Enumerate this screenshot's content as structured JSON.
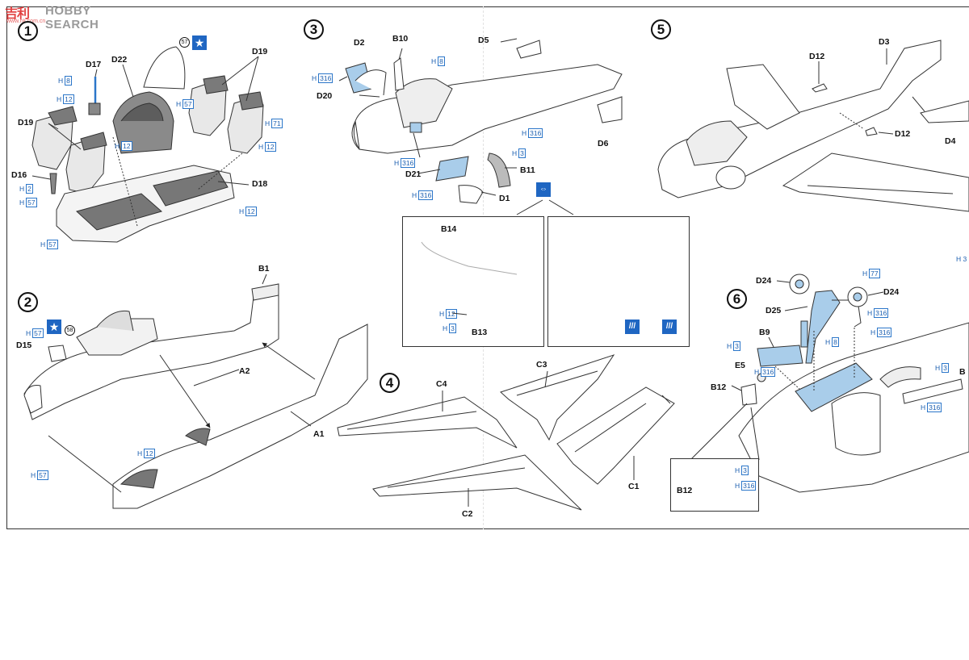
{
  "watermark": {
    "logo": "吉利",
    "text": "HOBBY SEARCH",
    "sub": "www.hlj.com.cn"
  },
  "steps": [
    "1",
    "2",
    "3",
    "4",
    "5",
    "6"
  ],
  "symbols": {
    "star": "★",
    "swap": "⇔",
    "badge": "///"
  },
  "colors": {
    "blue_part": "#a9cdea",
    "callout": "#1c5fb0",
    "badge": "#1f66c2",
    "gray_part": "#7a7a7a"
  },
  "notes": {
    "n57": "57",
    "n58": "58"
  },
  "step1": {
    "labels": {
      "d17": "D17",
      "d22": "D22",
      "d19a": "D19",
      "d19b": "D19",
      "d16": "D16",
      "d18": "D18"
    },
    "callouts": {
      "h8": "8",
      "h12a": "12",
      "h12b": "12",
      "h57a": "57",
      "h71": "71",
      "h12c": "12",
      "h2": "2",
      "h57b": "57",
      "h12d": "12",
      "h57c": "57"
    }
  },
  "step2": {
    "labels": {
      "b1": "B1",
      "d15": "D15",
      "a2": "A2",
      "a1": "A1"
    },
    "callouts": {
      "h57a": "57",
      "h57b": "57",
      "h12": "12"
    }
  },
  "step3": {
    "labels": {
      "d2": "D2",
      "b10": "B10",
      "d5": "D5",
      "d20": "D20",
      "d6": "D6",
      "d21": "D21",
      "b11": "B11",
      "d1": "D1",
      "b14": "B14",
      "b13": "B13"
    },
    "callouts": {
      "h316a": "316",
      "h8": "8",
      "h316b": "316",
      "h316c": "316",
      "h3a": "3",
      "h316d": "316",
      "h12": "12",
      "h3b": "3"
    }
  },
  "step4": {
    "labels": {
      "c4": "C4",
      "c3": "C3",
      "c2": "C2",
      "c1": "C1"
    }
  },
  "step5": {
    "labels": {
      "d12a": "D12",
      "d3": "D3",
      "d12b": "D12",
      "d4": "D4"
    }
  },
  "step6": {
    "labels": {
      "d24a": "D24",
      "d24b": "D24",
      "d25": "D25",
      "b9": "B9",
      "e5": "E5",
      "b12a": "B12",
      "b12b": "B12"
    },
    "callouts": {
      "h77": "77",
      "h316a": "316",
      "h3a": "3",
      "h8": "8",
      "h316b": "316",
      "h316c": "316",
      "h3b": "3",
      "h316d": "316",
      "h3c": "3",
      "h316e": "316"
    },
    "edge": {
      "h3x": "H 3",
      "b_edge": "B"
    }
  }
}
